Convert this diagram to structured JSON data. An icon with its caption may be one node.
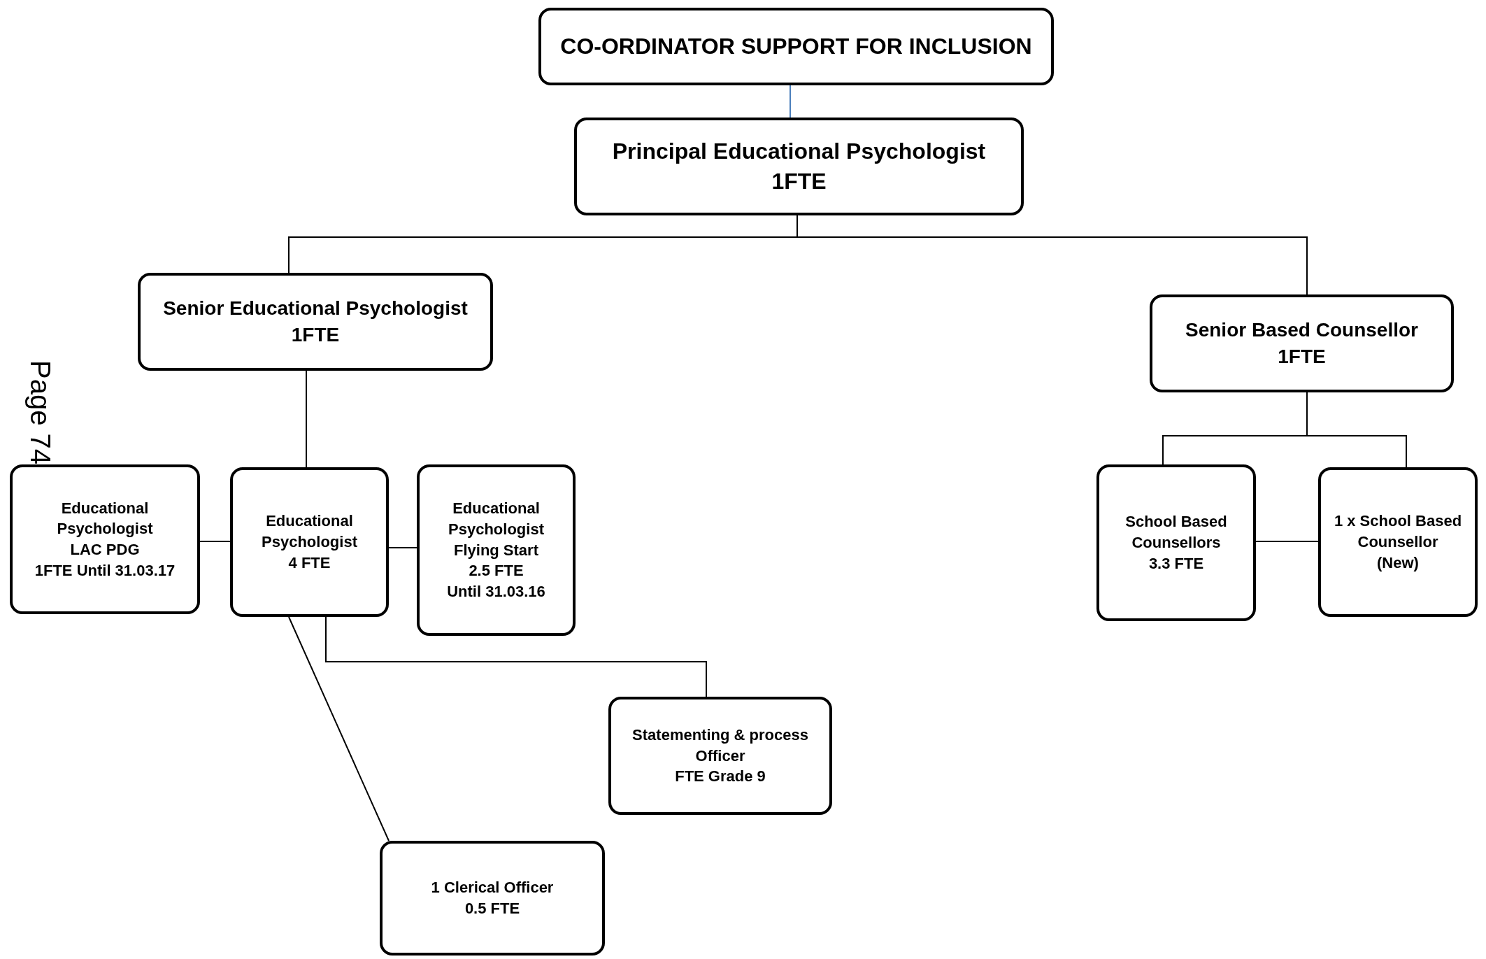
{
  "diagram": {
    "nodes": [
      {
        "text": [
          "CO-ORDINATOR SUPPORT FOR INCLUSION"
        ]
      },
      {
        "text": [
          "Principal Educational Psychologist",
          "1FTE"
        ]
      },
      {
        "text": [
          "Senior Educational Psychologist",
          "1FTE"
        ]
      },
      {
        "text": [
          "Senior Based Counsellor",
          "1FTE"
        ]
      },
      {
        "text": [
          "Educational Psychologist",
          "LAC PDG",
          "1FTE Until 31.03.17"
        ]
      },
      {
        "text": [
          "Educational Psychologist",
          "4 FTE"
        ]
      },
      {
        "text": [
          "Educational Psychologist",
          "Flying Start",
          "2.5 FTE",
          "Until 31.03.16"
        ]
      },
      {
        "text": [
          "School Based Counsellors",
          "3.3 FTE"
        ]
      },
      {
        "text": [
          "1 x School Based Counsellor",
          "(New)"
        ]
      },
      {
        "text": [
          "Statementing & process Officer",
          "FTE Grade 9"
        ]
      },
      {
        "text": [
          "1 Clerical Officer",
          "0.5 FTE"
        ]
      }
    ],
    "edges": [
      {
        "from": 0,
        "to": 1,
        "arrow": "none",
        "color": "#4a7ebb"
      },
      {
        "from": 1,
        "to": 2,
        "arrow": "none"
      },
      {
        "from": 1,
        "to": 3,
        "arrow": "none"
      },
      {
        "from": 2,
        "to": 5,
        "arrow": "none"
      },
      {
        "from": 5,
        "to": 4,
        "arrow": "none"
      },
      {
        "from": 5,
        "to": 6,
        "arrow": "none"
      },
      {
        "from": 3,
        "to": 7,
        "arrow": "none"
      },
      {
        "from": 3,
        "to": 8,
        "arrow": "none"
      },
      {
        "from": 7,
        "to": 8,
        "arrow": "none"
      },
      {
        "from": 5,
        "to": 9,
        "arrow": "none"
      },
      {
        "from": 5,
        "to": 10,
        "arrow": "none"
      }
    ],
    "labels": [
      "Page 74"
    ]
  }
}
